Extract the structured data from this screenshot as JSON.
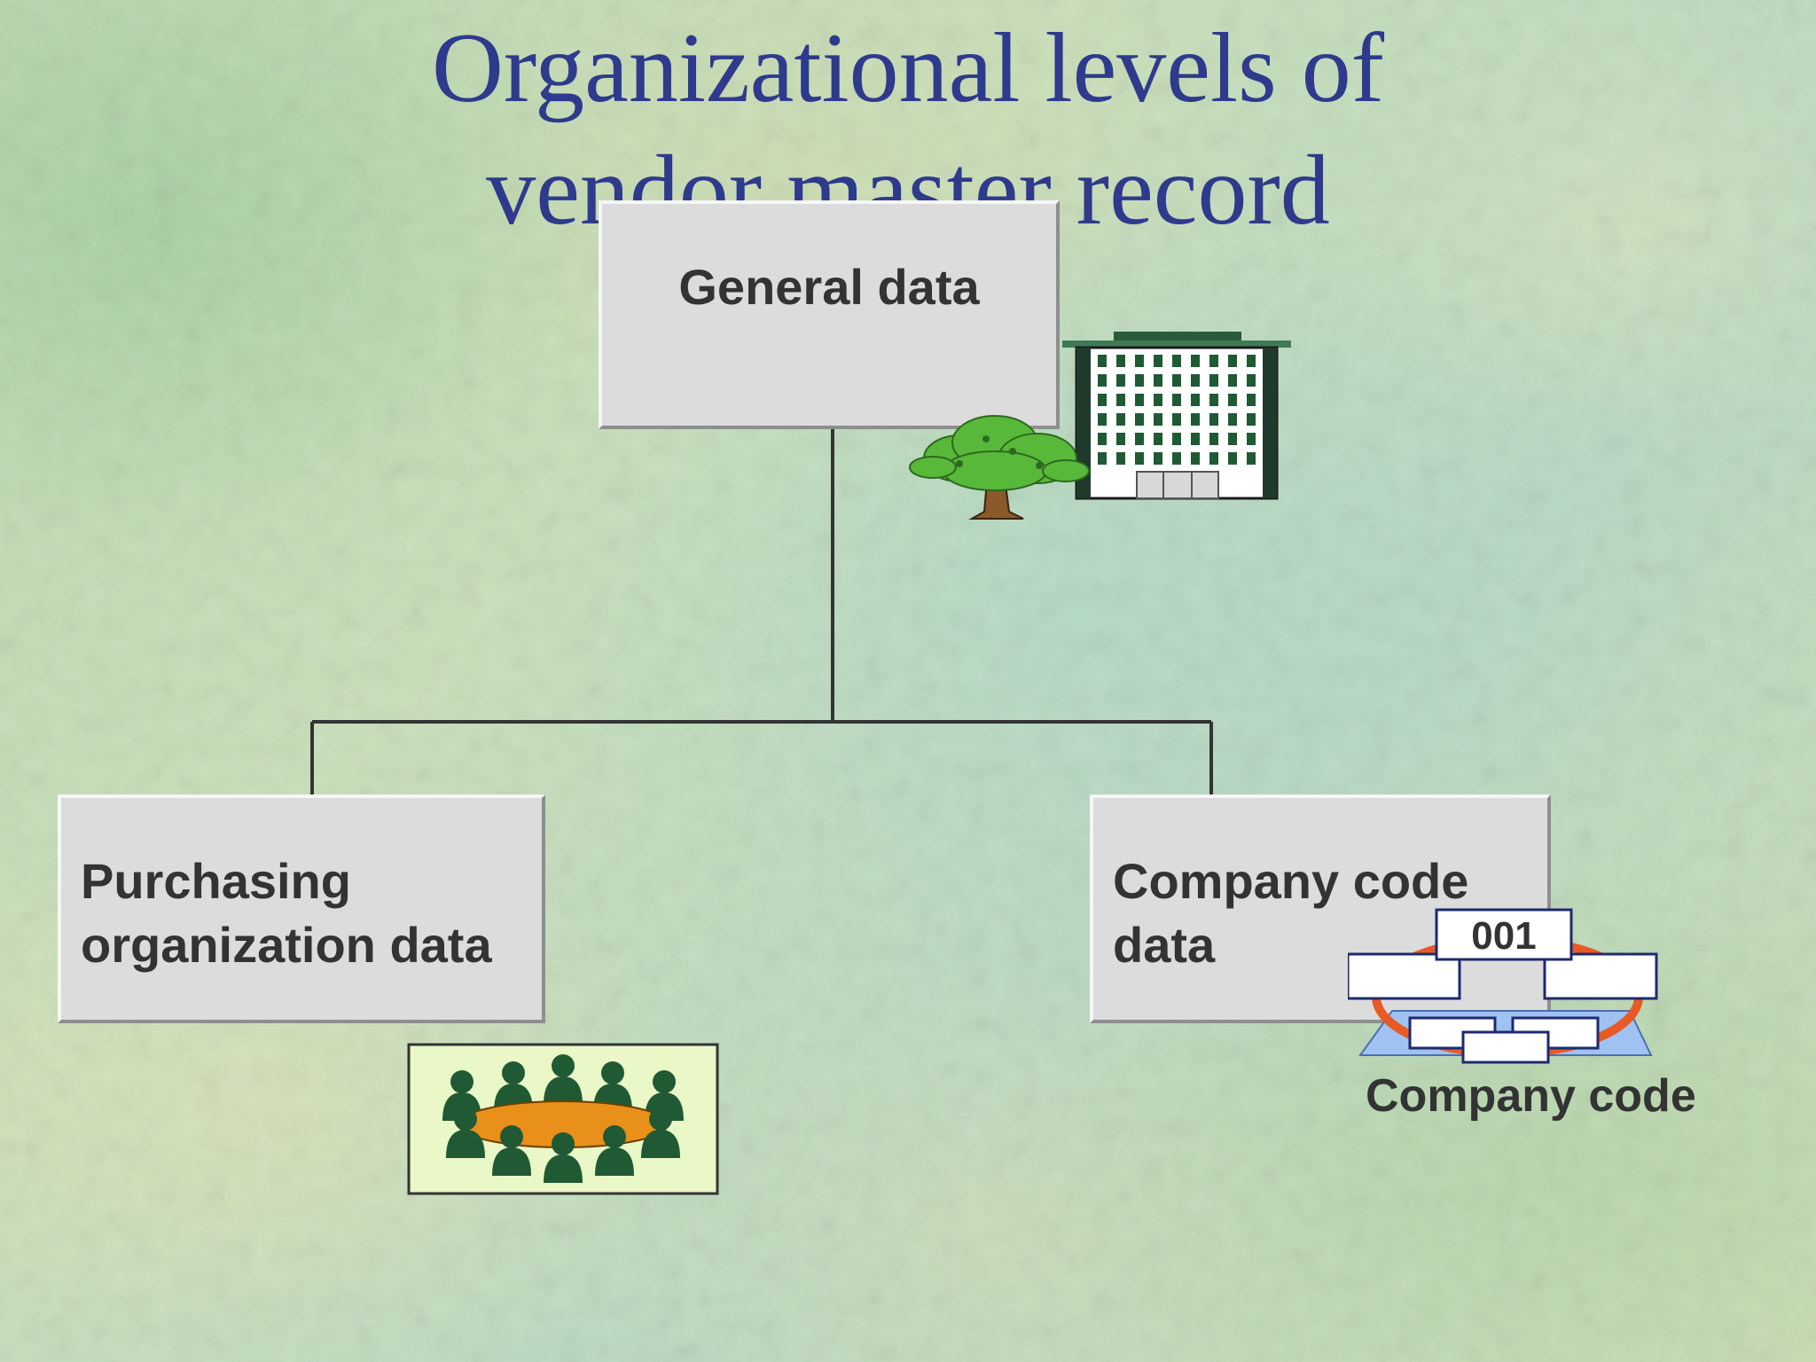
{
  "slide": {
    "title_lines": [
      "Organizational levels of",
      "vendor master record"
    ]
  },
  "nodes": {
    "general": {
      "label": "General data"
    },
    "purchasing": {
      "label_lines": [
        "Purchasing",
        "organization data"
      ]
    },
    "company": {
      "label_lines": [
        "Company code",
        "data"
      ]
    }
  },
  "company_icon": {
    "code_label": "001",
    "caption": "Company code"
  },
  "colors": {
    "title": "#2e3a8c",
    "box_fill": "#dcdcdc",
    "box_text": "#333333",
    "connector": "#333333",
    "icon_green": "#1f5a34",
    "meeting_table": "#e8901a",
    "company_ring": "#e85a25",
    "company_base": "#9fc2f2"
  },
  "icons": [
    "building-icon",
    "tree-icon",
    "meeting-icon",
    "company-code-icon"
  ]
}
